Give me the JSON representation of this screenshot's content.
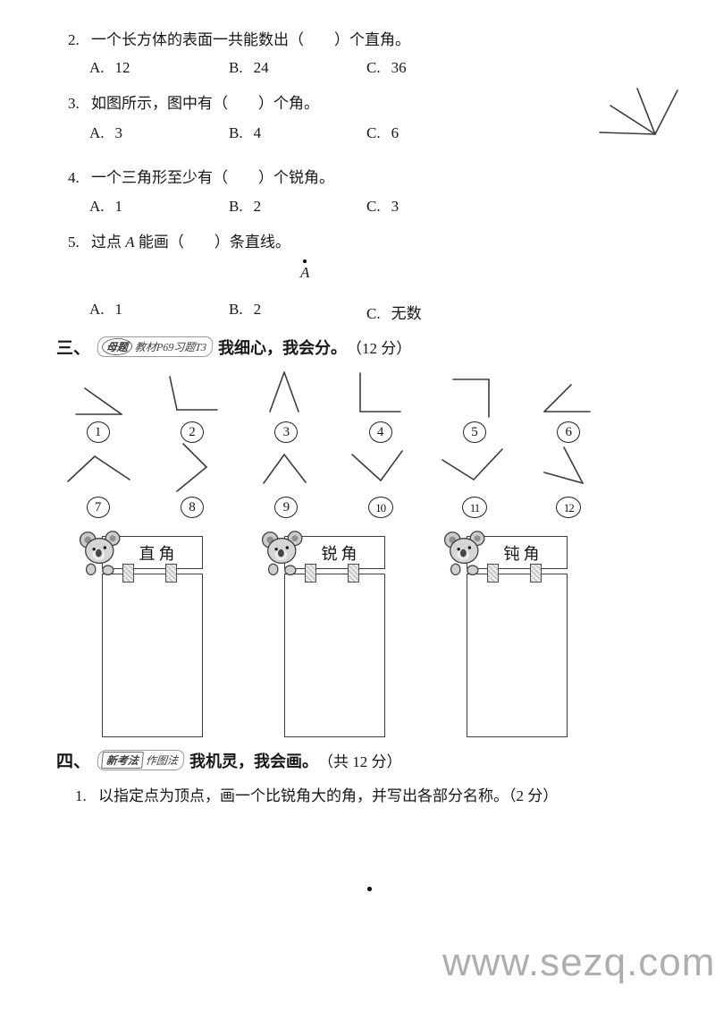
{
  "questions": [
    {
      "num": "2.",
      "text": "一个长方体的表面一共能数出（　　）个直角。",
      "options": [
        {
          "label": "A.",
          "value": "12"
        },
        {
          "label": "B.",
          "value": "24"
        },
        {
          "label": "C.",
          "value": "36"
        }
      ]
    },
    {
      "num": "3.",
      "text": "如图所示，图中有（　　）个角。",
      "options": [
        {
          "label": "A.",
          "value": "3"
        },
        {
          "label": "B.",
          "value": "4"
        },
        {
          "label": "C.",
          "value": "6"
        }
      ],
      "figure_lines": [
        [
          70,
          57,
          8,
          55
        ],
        [
          70,
          57,
          20,
          25
        ],
        [
          70,
          57,
          50,
          6
        ],
        [
          70,
          57,
          95,
          8
        ]
      ]
    },
    {
      "num": "4.",
      "text": "一个三角形至少有（　　）个锐角。",
      "options": [
        {
          "label": "A.",
          "value": "1"
        },
        {
          "label": "B.",
          "value": "2"
        },
        {
          "label": "C.",
          "value": "3"
        }
      ]
    },
    {
      "num": "5.",
      "text_prefix": "过点 ",
      "text_var": "A",
      "text_suffix": " 能画（　　）条直线。",
      "point_label": "A",
      "options": [
        {
          "label": "A.",
          "value": "1"
        },
        {
          "label": "B.",
          "value": "2"
        },
        {
          "label": "C.",
          "value": "无数"
        }
      ]
    }
  ],
  "section3": {
    "heading_num": "三、",
    "badge_tag": "母题",
    "badge_ref": "教材P69习题T3",
    "title": "我细心，我会分。",
    "score": "（12 分）",
    "angles": [
      {
        "label": "1",
        "lines": [
          [
            25,
            51,
            76,
            51
          ],
          [
            35,
            22,
            76,
            51
          ]
        ]
      },
      {
        "label": "2",
        "lines": [
          [
            25,
            9,
            33,
            46
          ],
          [
            33,
            46,
            78,
            46
          ]
        ]
      },
      {
        "label": "3",
        "lines": [
          [
            32,
            48,
            48,
            4
          ],
          [
            48,
            4,
            64,
            48
          ]
        ]
      },
      {
        "label": "4",
        "lines": [
          [
            27,
            5,
            27,
            48
          ],
          [
            27,
            48,
            72,
            48
          ]
        ]
      },
      {
        "label": "5",
        "lines": [
          [
            26,
            12,
            66,
            12
          ],
          [
            66,
            12,
            66,
            54
          ]
        ]
      },
      {
        "label": "6",
        "lines": [
          [
            23,
            48,
            53,
            18
          ],
          [
            23,
            48,
            74,
            48
          ]
        ]
      },
      {
        "label": "7",
        "lines": [
          [
            16,
            46,
            46,
            18
          ],
          [
            46,
            18,
            85,
            44
          ]
        ]
      },
      {
        "label": "8",
        "lines": [
          [
            40,
            4,
            66,
            30
          ],
          [
            66,
            30,
            33,
            57
          ]
        ]
      },
      {
        "label": "9",
        "lines": [
          [
            25,
            48,
            48,
            16
          ],
          [
            48,
            16,
            72,
            47
          ]
        ]
      },
      {
        "label": "10",
        "lines": [
          [
            18,
            16,
            50,
            45
          ],
          [
            50,
            45,
            74,
            12
          ]
        ]
      },
      {
        "label": "11",
        "lines": [
          [
            14,
            22,
            49,
            44
          ],
          [
            49,
            44,
            81,
            10
          ]
        ]
      },
      {
        "label": "12",
        "lines": [
          [
            45,
            8,
            66,
            48
          ],
          [
            23,
            36,
            66,
            48
          ]
        ]
      }
    ],
    "boxes": [
      {
        "title": "直角"
      },
      {
        "title": "锐角"
      },
      {
        "title": "钝角"
      }
    ]
  },
  "section4": {
    "heading_num": "四、",
    "badge_tag": "新考法",
    "badge_ref": "作图法",
    "title": "我机灵，我会画。",
    "score": "（共 12 分）",
    "sub_num": "1.",
    "sub_text": "以指定点为顶点，画一个比锐角大的角，并写出各部分名称。",
    "sub_score": "（2 分）"
  },
  "watermark": "www.sezq.com"
}
